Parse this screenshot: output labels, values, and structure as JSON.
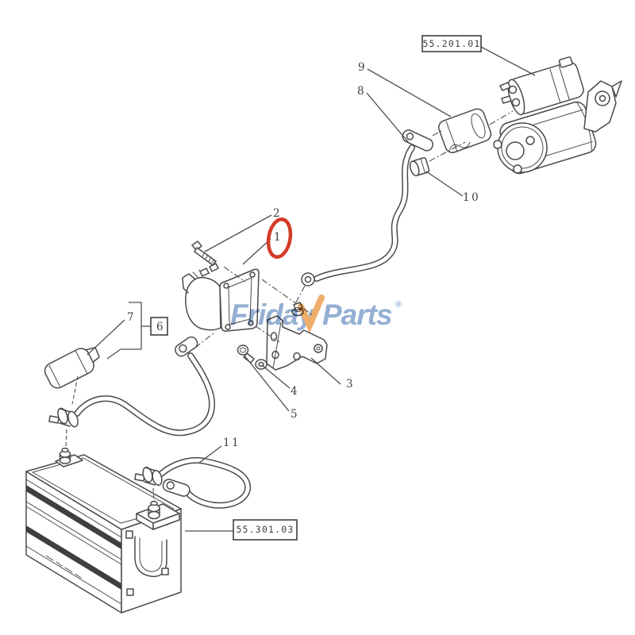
{
  "diagram": {
    "ref_boxes": {
      "starter_section": "55.201.01",
      "battery_section": "55.301.03"
    },
    "part_numbers": {
      "n1": "1",
      "n2": "2",
      "n3": "3",
      "n4": "4",
      "n5": "5",
      "n6": "6",
      "n7": "7",
      "n8": "8",
      "n9": "9",
      "n10": "10",
      "n11": "11"
    },
    "highlighted_part": "1",
    "colors": {
      "line": "#4a4a4a",
      "highlight": "#d33b27",
      "label_text": "#3f3f3f"
    }
  },
  "watermark": {
    "prefix": "Friday",
    "suffix": "Parts",
    "registered": "®",
    "colors": {
      "blue": "#7c9ec8",
      "orange": "#ec9b4b"
    }
  }
}
